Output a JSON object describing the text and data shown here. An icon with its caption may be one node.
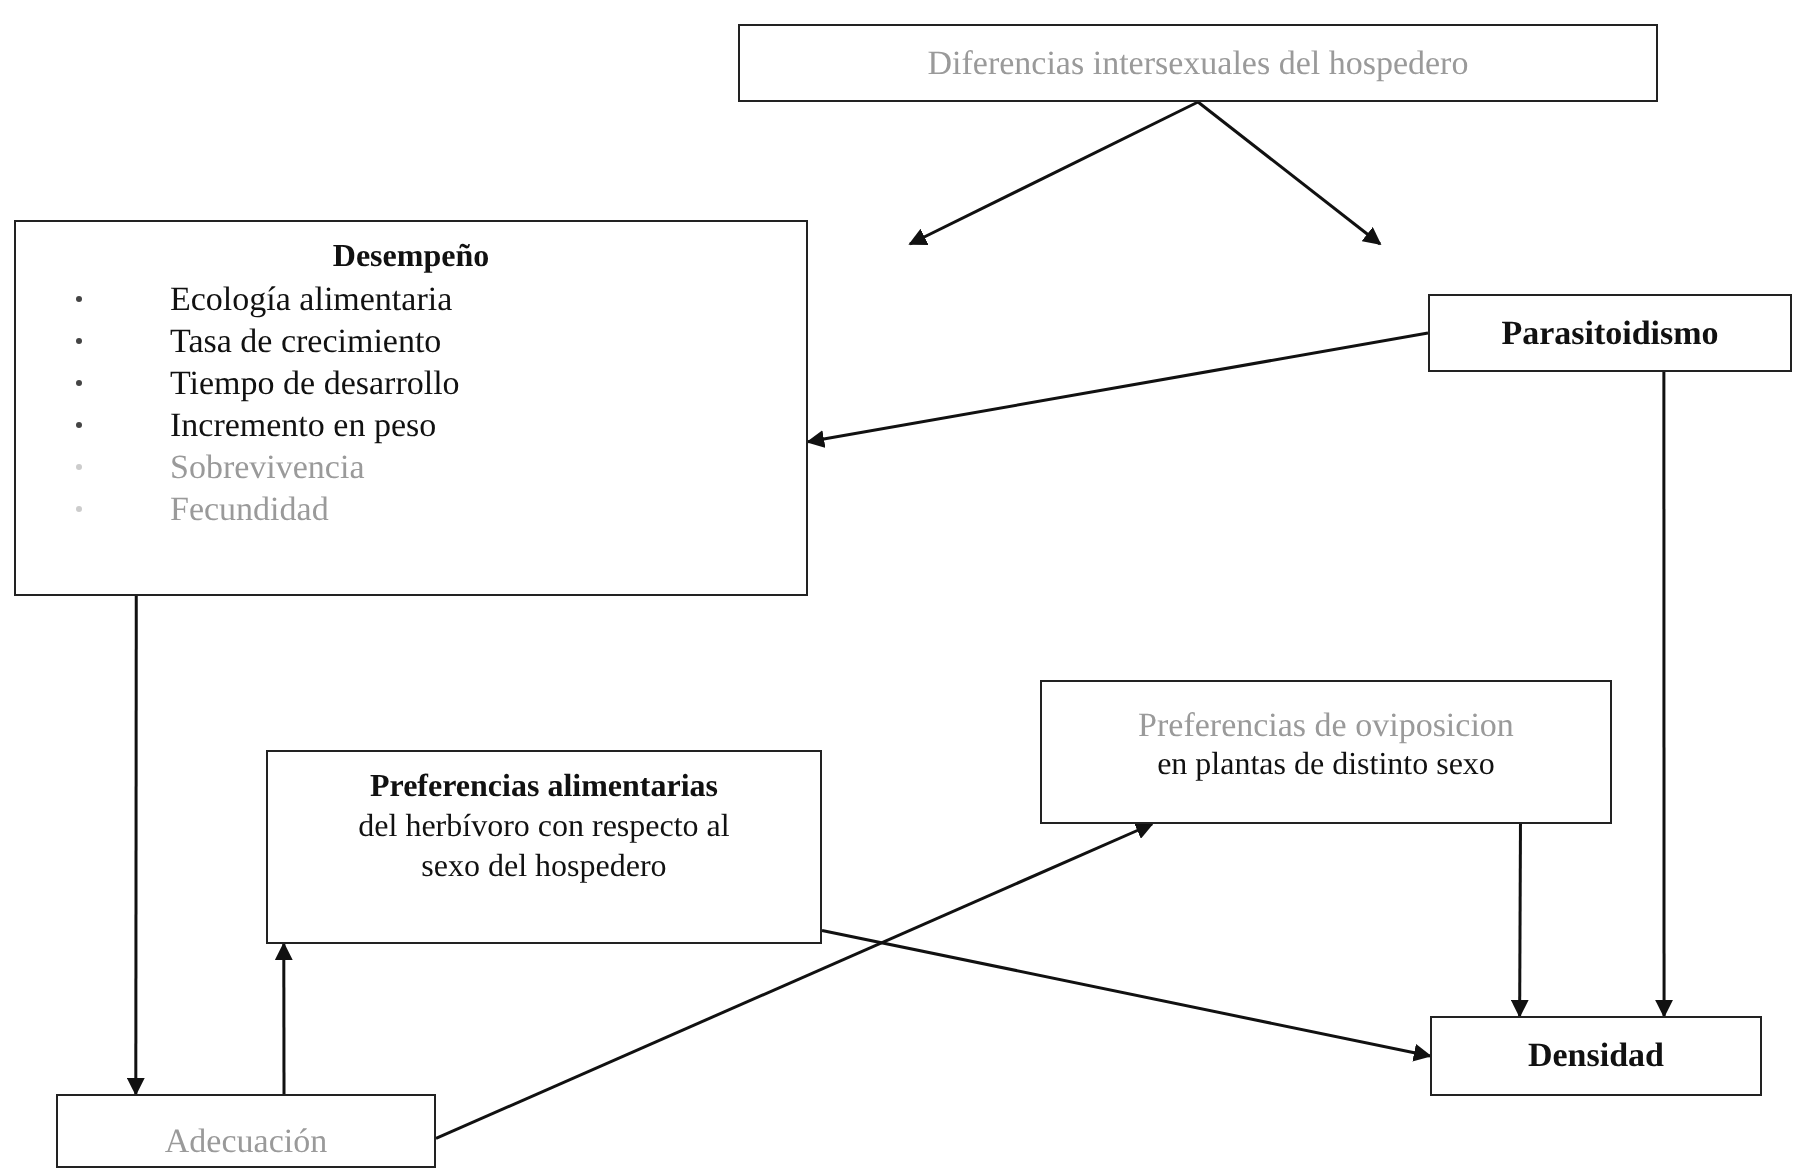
{
  "diagram": {
    "nodes": [
      {
        "text": [
          "Diferencias intersexuales del hospedero"
        ]
      },
      {
        "text": [
          "Desempeño",
          "Ecología alimentaria",
          "Tasa de crecimiento",
          "Tiempo de desarrollo",
          "Incremento en peso",
          "Sobrevivencia",
          "Fecundidad"
        ]
      },
      {
        "text": [
          "Parasitoidismo"
        ]
      },
      {
        "text": [
          "Preferencias de oviposicion",
          "en plantas de distinto sexo"
        ]
      },
      {
        "text": [
          "Preferencias alimentarias",
          "del herbívoro con respecto al sexo del hospedero"
        ]
      },
      {
        "text": [
          "Densidad"
        ]
      },
      {
        "text": [
          "Adecuación"
        ]
      }
    ],
    "edges": [
      {
        "from": 0,
        "to": null,
        "arrow": "to"
      },
      {
        "from": 0,
        "to": null,
        "arrow": "to"
      },
      {
        "from": 2,
        "to": 1,
        "arrow": "to"
      },
      {
        "from": 2,
        "to": 5,
        "arrow": "to"
      },
      {
        "from": 1,
        "to": 6,
        "arrow": "to"
      },
      {
        "from": 6,
        "to": 4,
        "arrow": "to"
      },
      {
        "from": 6,
        "to": 3,
        "arrow": "to"
      },
      {
        "from": 4,
        "to": 5,
        "arrow": "to"
      },
      {
        "from": 3,
        "to": 5,
        "arrow": "to"
      }
    ]
  }
}
